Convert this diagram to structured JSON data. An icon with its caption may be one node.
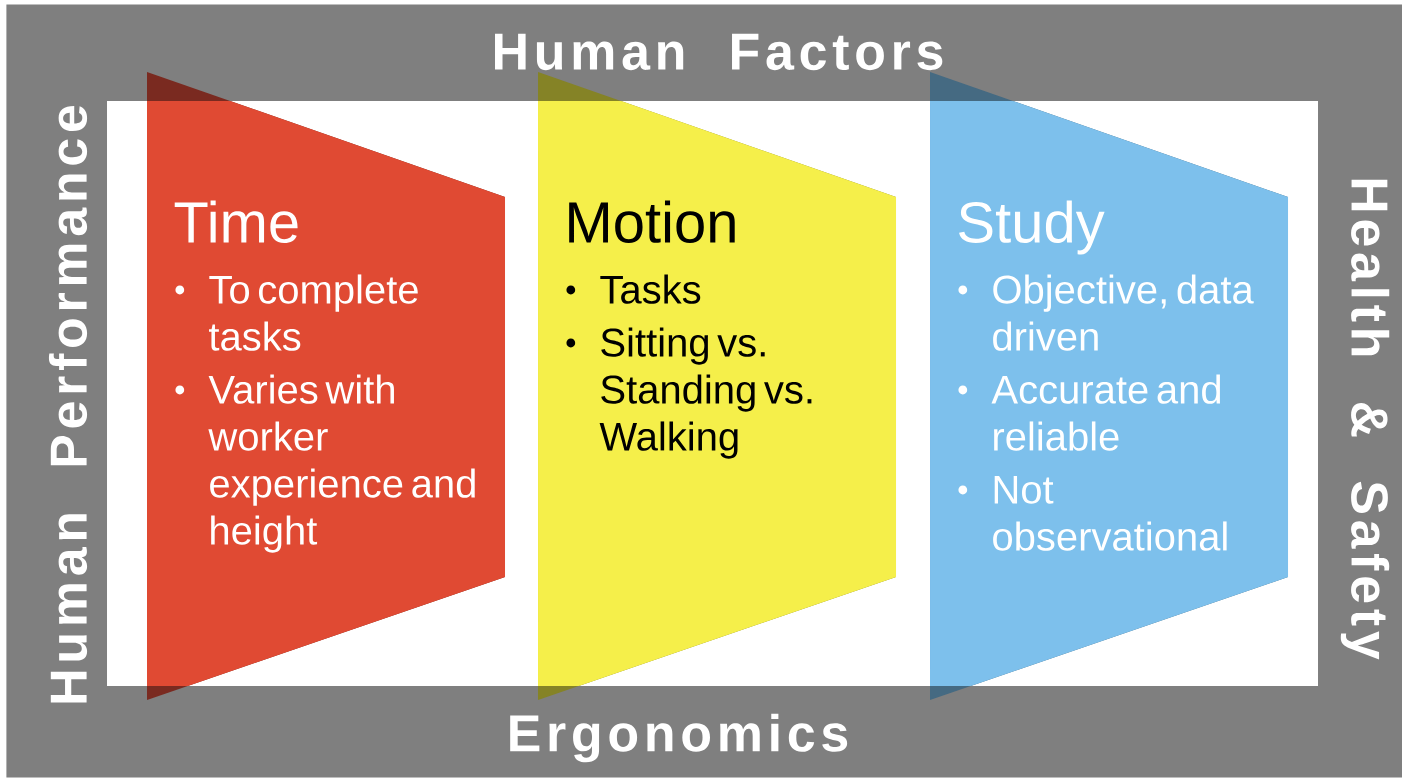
{
  "diagram": {
    "nodes": [
      {
        "text": [
          "Human Factors",
          "Human Performance",
          "Health & Safety",
          "Ergonomics"
        ]
      },
      {
        "text": [
          "Time",
          "To complete tasks",
          "Varies with worker experience and height"
        ],
        "in": 0
      },
      {
        "text": [
          "Motion",
          "Tasks",
          "Sitting vs. Standing vs. Walking"
        ],
        "in": 0
      },
      {
        "text": [
          "Study",
          "Objective, data driven",
          "Accurate and reliable",
          "Not observational"
        ],
        "in": 0
      }
    ]
  }
}
